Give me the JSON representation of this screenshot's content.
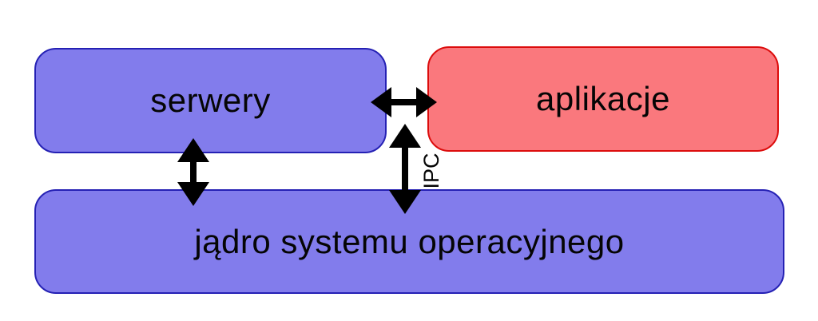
{
  "diagram": {
    "boxes": [
      {
        "id": "serwery",
        "label": "serwery",
        "fill": "#827cec",
        "border": "#2521b4"
      },
      {
        "id": "aplikacje",
        "label": "aplikacje",
        "fill": "#fa787d",
        "border": "#dc0c0c"
      },
      {
        "id": "kernel",
        "label": "jądro systemu operacyjnego",
        "fill": "#827cec",
        "border": "#2521b4"
      }
    ],
    "arrows": [
      {
        "id": "serwery-aplikacje",
        "direction": "horizontal-double-headed",
        "label": ""
      },
      {
        "id": "serwery-kernel",
        "direction": "vertical-double-headed",
        "label": ""
      },
      {
        "id": "ipc-kernel",
        "direction": "vertical-double-headed",
        "label": "IPC"
      }
    ]
  },
  "colors": {
    "bg": "#ffffff",
    "blue-fill": "#827cec",
    "blue-border": "#2521b4",
    "red-fill": "#fa787d",
    "red-border": "#dc0c0c",
    "arrow": "#000000",
    "text": "#050505"
  }
}
